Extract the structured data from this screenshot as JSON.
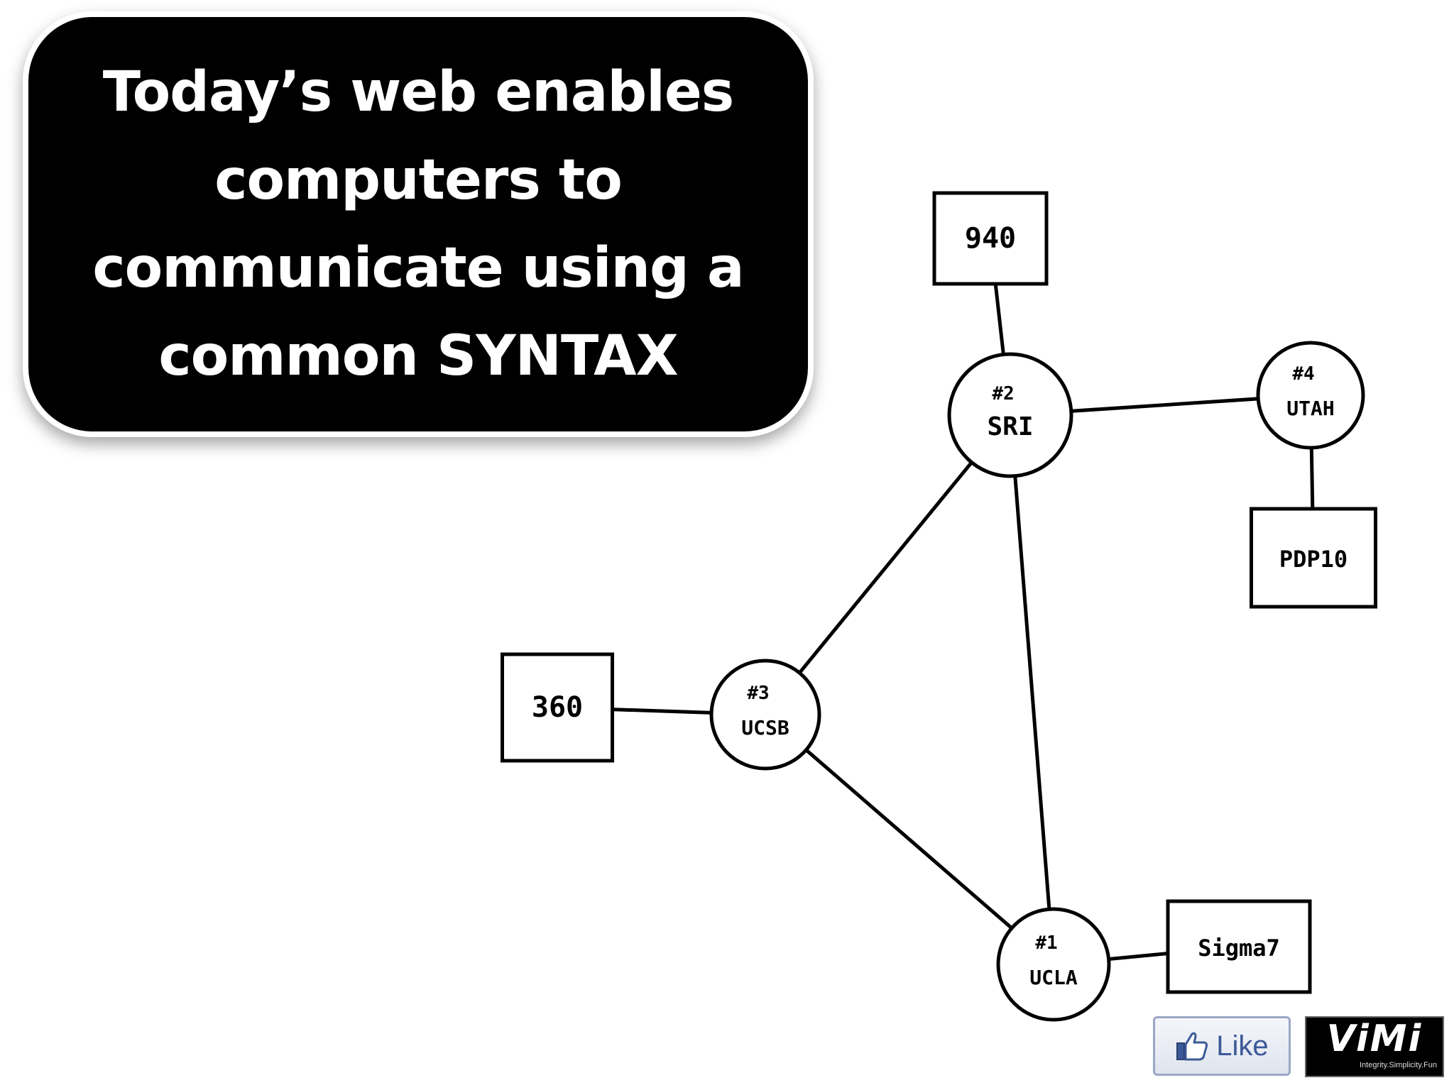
{
  "slide": {
    "title_lines": [
      "Today’s web enables",
      "computers to",
      "communicate using a",
      "common SYNTAX"
    ],
    "title_color": "#000000"
  },
  "diagram": {
    "style": "hand-drawn network sketch",
    "hosts": [
      {
        "id": "940",
        "label": "940",
        "shape": "box"
      },
      {
        "id": "pdp10",
        "label": "PDP10",
        "shape": "box"
      },
      {
        "id": "360",
        "label": "360",
        "shape": "box"
      },
      {
        "id": "sigma7",
        "label": "Sigma7",
        "shape": "box"
      }
    ],
    "nodes": [
      {
        "id": "sri",
        "number": "#2",
        "name": "SRI",
        "shape": "circle"
      },
      {
        "id": "utah",
        "number": "#4",
        "name": "UTAH",
        "shape": "circle"
      },
      {
        "id": "ucsb",
        "number": "#3",
        "name": "UCSB",
        "shape": "circle"
      },
      {
        "id": "ucla",
        "number": "#1",
        "name": "UCLA",
        "shape": "circle"
      }
    ],
    "links": [
      [
        "940",
        "sri"
      ],
      [
        "sri",
        "utah"
      ],
      [
        "utah",
        "pdp10"
      ],
      [
        "sri",
        "ucsb"
      ],
      [
        "sri",
        "ucla"
      ],
      [
        "360",
        "ucsb"
      ],
      [
        "ucsb",
        "ucla"
      ],
      [
        "ucla",
        "sigma7"
      ]
    ]
  },
  "footer": {
    "like_label": "Like",
    "like_icon": "thumbs-up-icon",
    "like_color": "#3b5998",
    "logo_word": "ViMi",
    "logo_tagline": "Integrity.Simplicity.Fun"
  }
}
